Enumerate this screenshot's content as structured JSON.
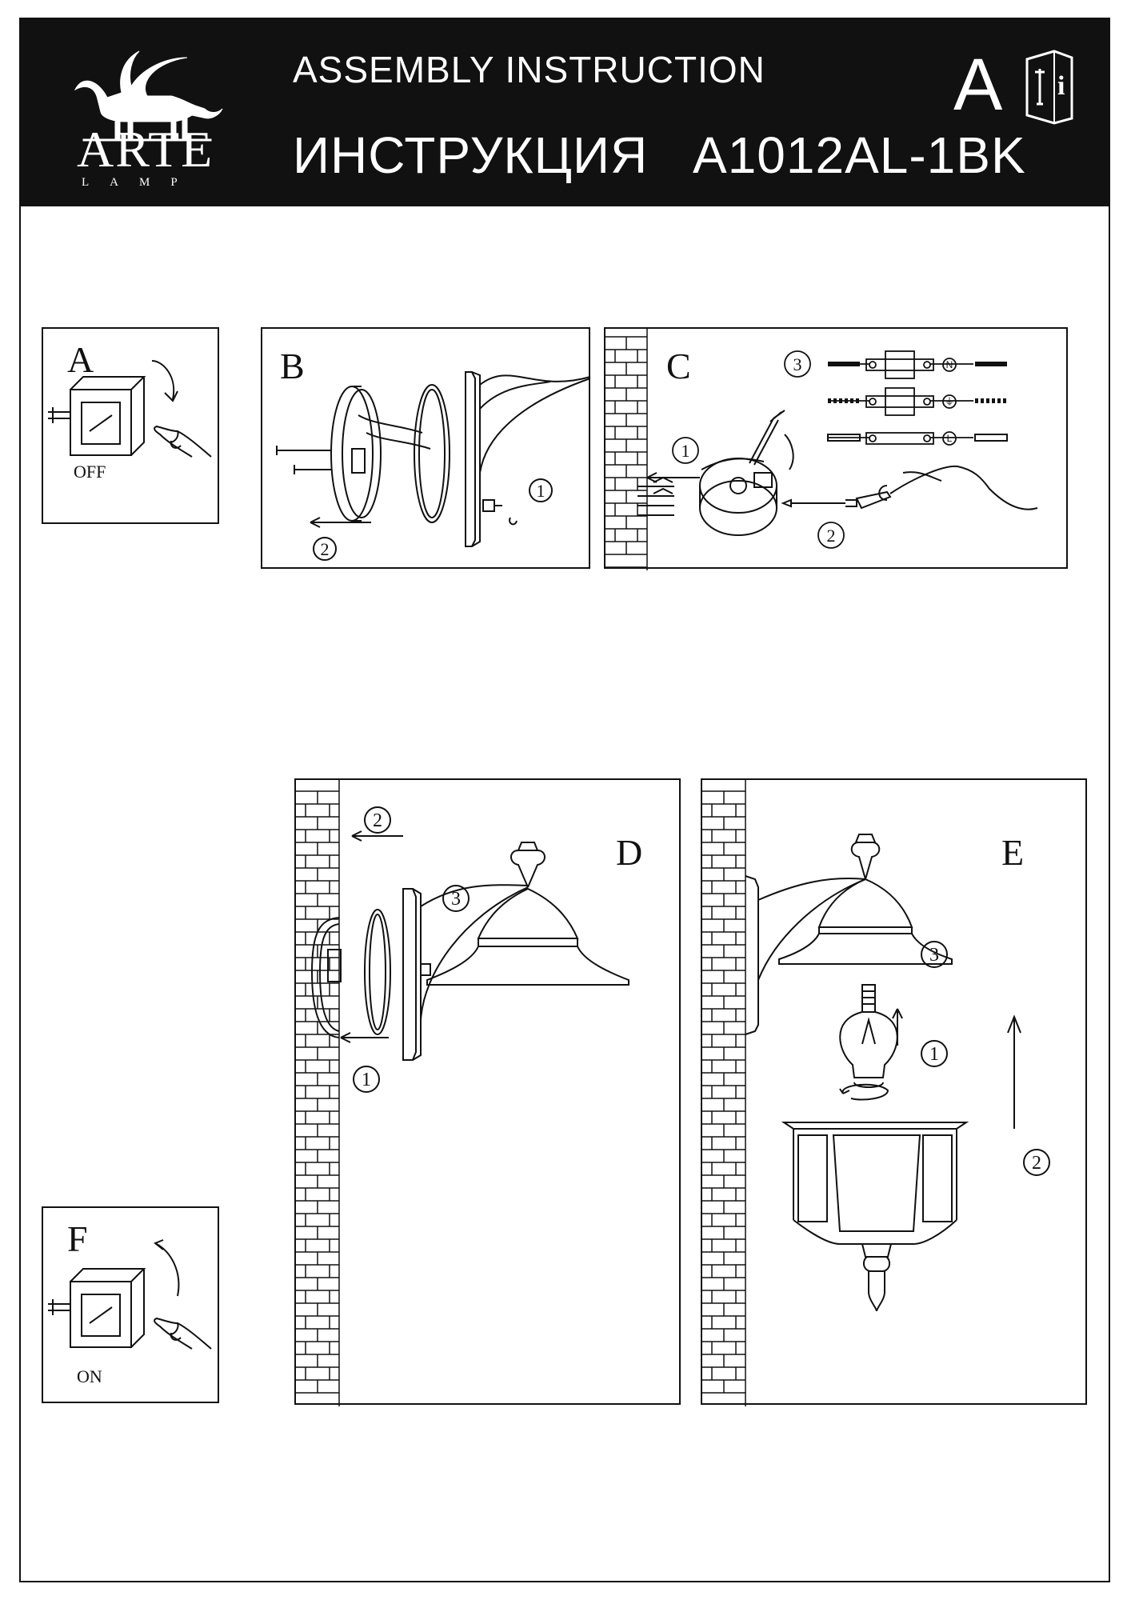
{
  "header": {
    "brand": "ARTE",
    "brand_sub": "LAMP",
    "title_en": "ASSEMBLY  INSTRUCTION",
    "title_ru": "ИНСТРУКЦИЯ",
    "model": "A1012AL-1BK",
    "language": "A",
    "info_icon": "manual-info-icon"
  },
  "panels": {
    "a": {
      "label": "A",
      "state": "OFF"
    },
    "b": {
      "label": "B",
      "steps": [
        "1",
        "2"
      ]
    },
    "c": {
      "label": "C",
      "steps": [
        "1",
        "2",
        "3"
      ],
      "terminals": [
        "N",
        "⏚",
        "L"
      ]
    },
    "d": {
      "label": "D",
      "steps": [
        "1",
        "2",
        "3"
      ]
    },
    "e": {
      "label": "E",
      "steps": [
        "1",
        "2",
        "3"
      ]
    },
    "f": {
      "label": "F",
      "state": "ON"
    }
  },
  "colors": {
    "ink": "#111111",
    "paper": "#ffffff"
  }
}
